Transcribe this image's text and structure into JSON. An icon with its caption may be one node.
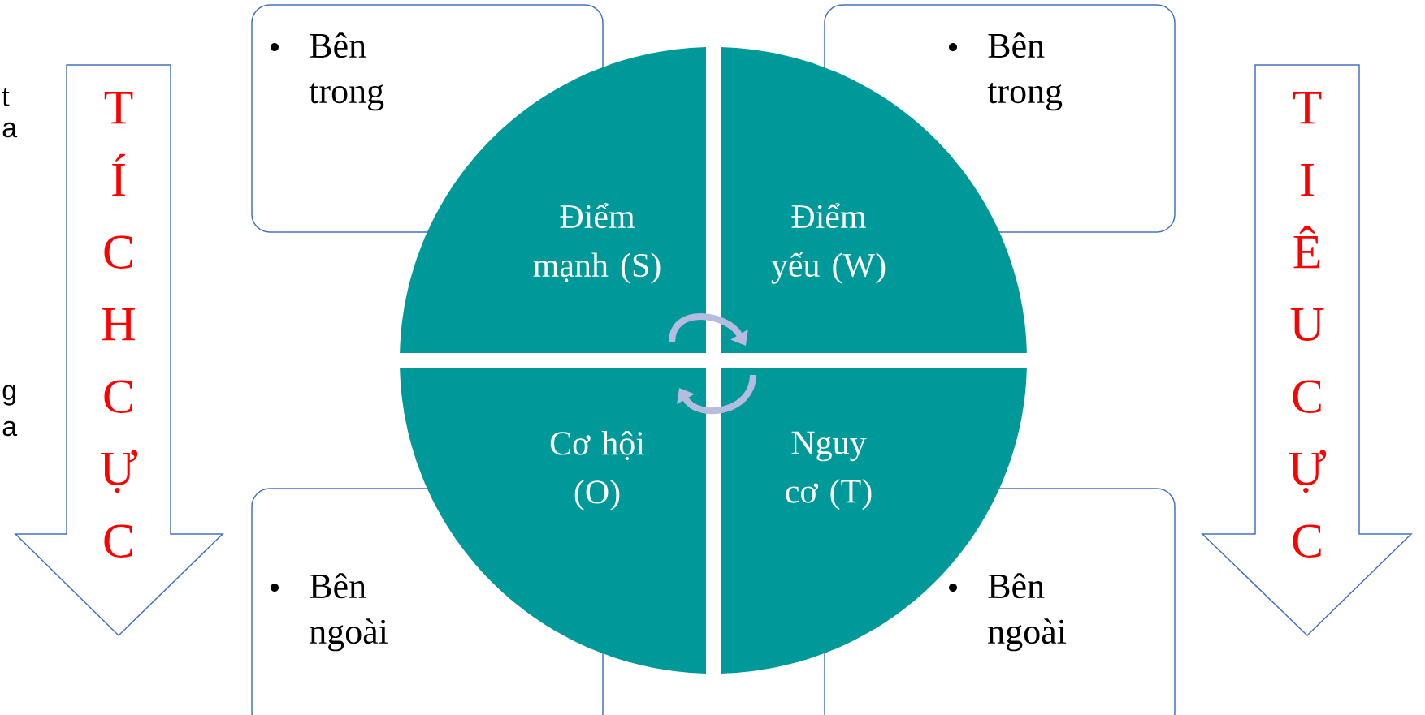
{
  "diagram": {
    "nodes": [
      {
        "text": [
          "Bên trong"
        ]
      },
      {
        "text": [
          "Bên trong"
        ]
      },
      {
        "text": [
          "Bên ngoài"
        ]
      },
      {
        "text": [
          "Bên ngoài"
        ]
      },
      {
        "text": [
          "Điểm mạnh (S)"
        ]
      },
      {
        "text": [
          "Điểm yếu (W)"
        ]
      },
      {
        "text": [
          "Cơ hội (O)"
        ]
      },
      {
        "text": [
          "Nguy cơ (T)"
        ]
      },
      {
        "text": [
          "TÍCHCỰC"
        ]
      },
      {
        "text": [
          "TIÊUCỰC"
        ]
      }
    ],
    "edges": [
      {
        "from": 4,
        "to": 5,
        "arrow": "to"
      },
      {
        "from": 7,
        "to": 6,
        "arrow": "to"
      }
    ],
    "labels": [
      "t",
      "a",
      "g",
      "a"
    ]
  }
}
